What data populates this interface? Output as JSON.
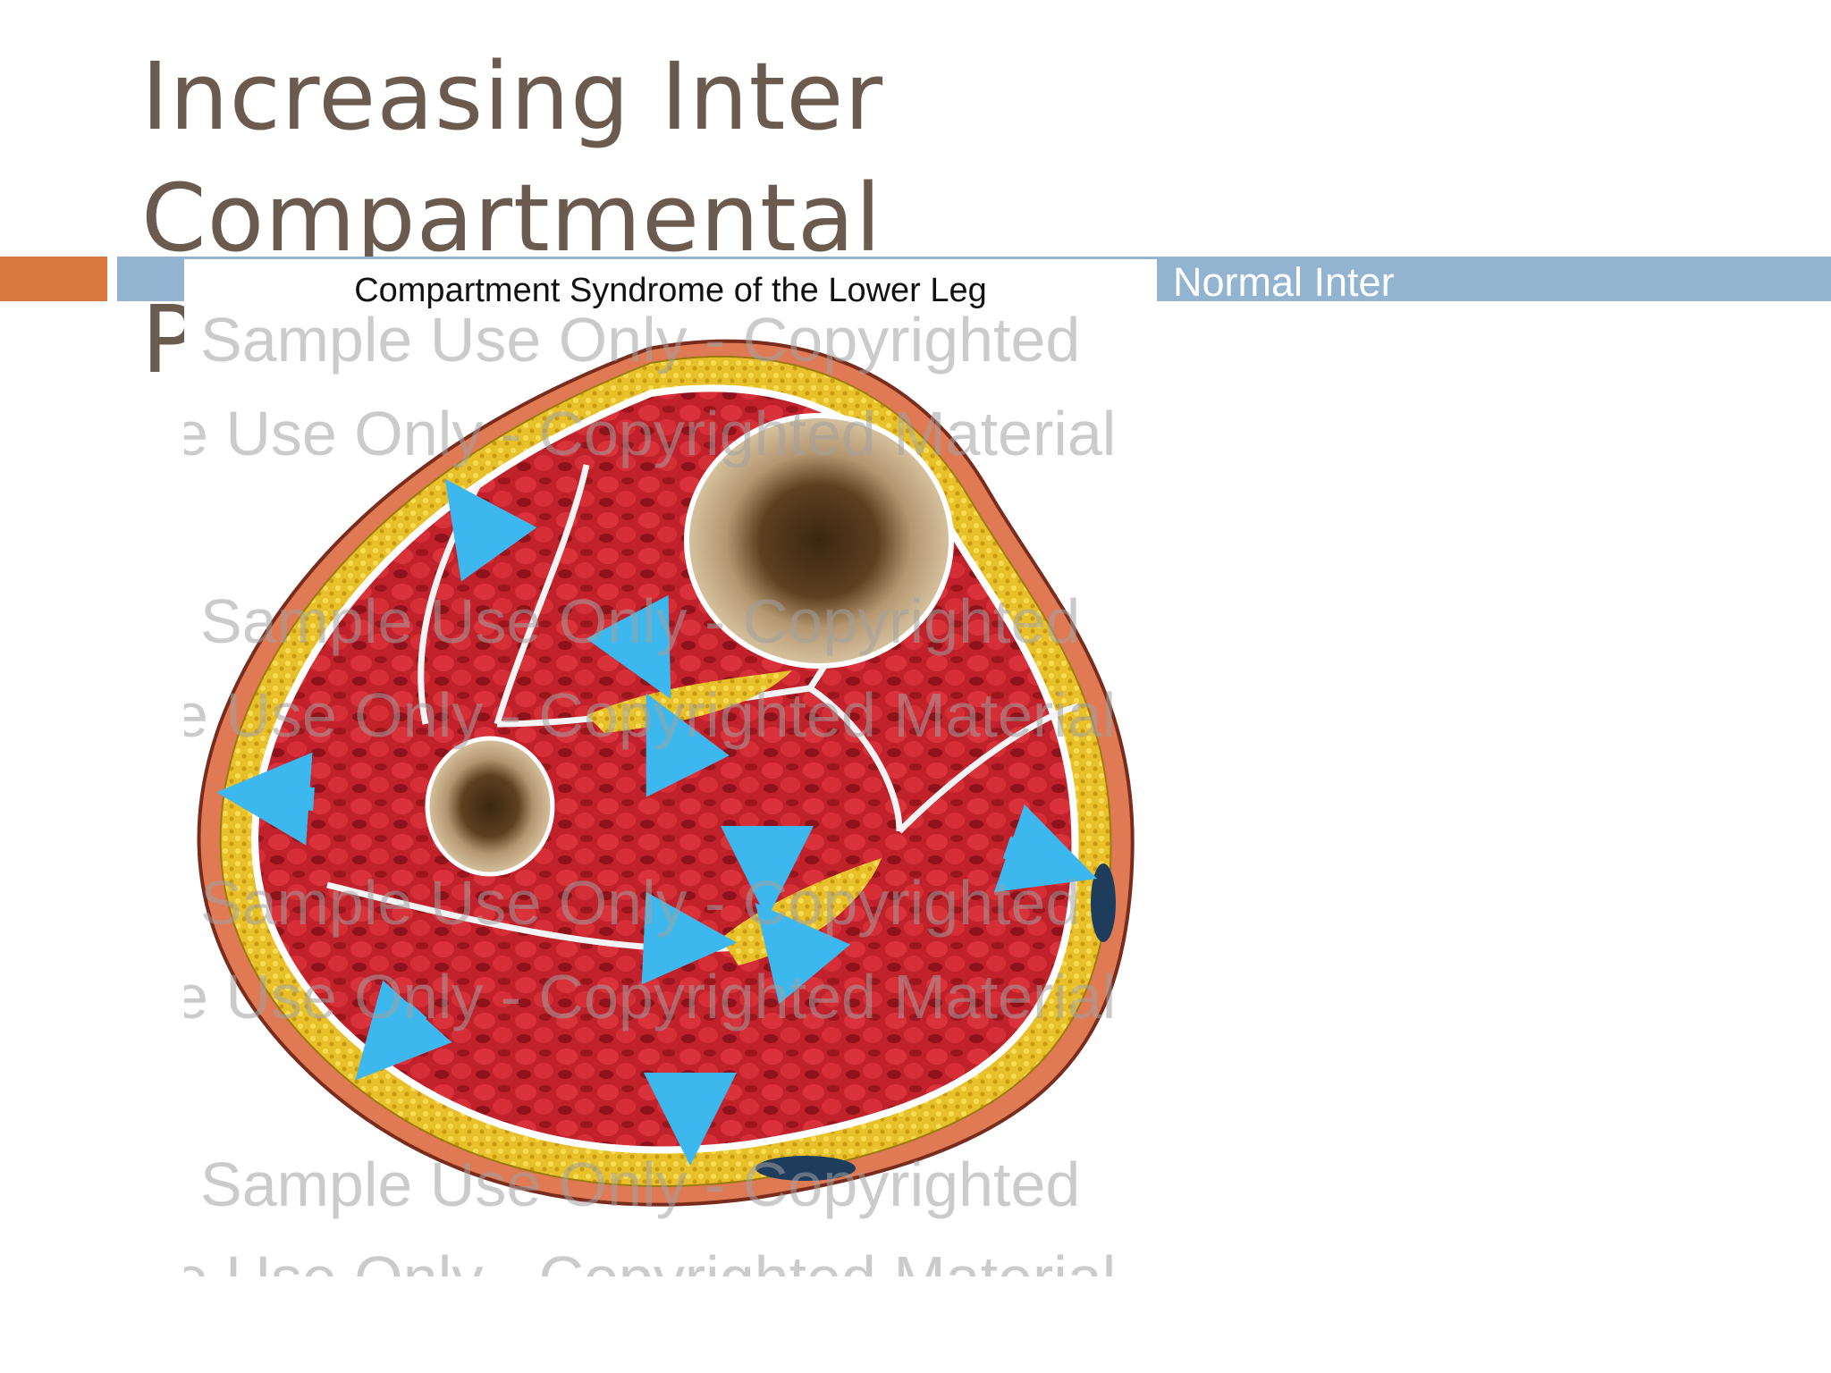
{
  "slide": {
    "title_line1": "Increasing Inter Compartmental",
    "title_line2": "Pressure",
    "caption": "Normal Inter"
  },
  "figure": {
    "title": "Compartment Syndrome of the Lower Leg",
    "watermark_a": "Sample Use Only - Copyrighted",
    "watermark_b": "e Use Only - Copyrighted Material"
  },
  "colors": {
    "title": "#6b5a4e",
    "accent_orange": "#d7783e",
    "accent_blue": "#93b4d0",
    "muscle": "#c0212b",
    "fat": "#e8c02a",
    "bone": "#c9b08a",
    "arrow": "#3cb8ee"
  }
}
